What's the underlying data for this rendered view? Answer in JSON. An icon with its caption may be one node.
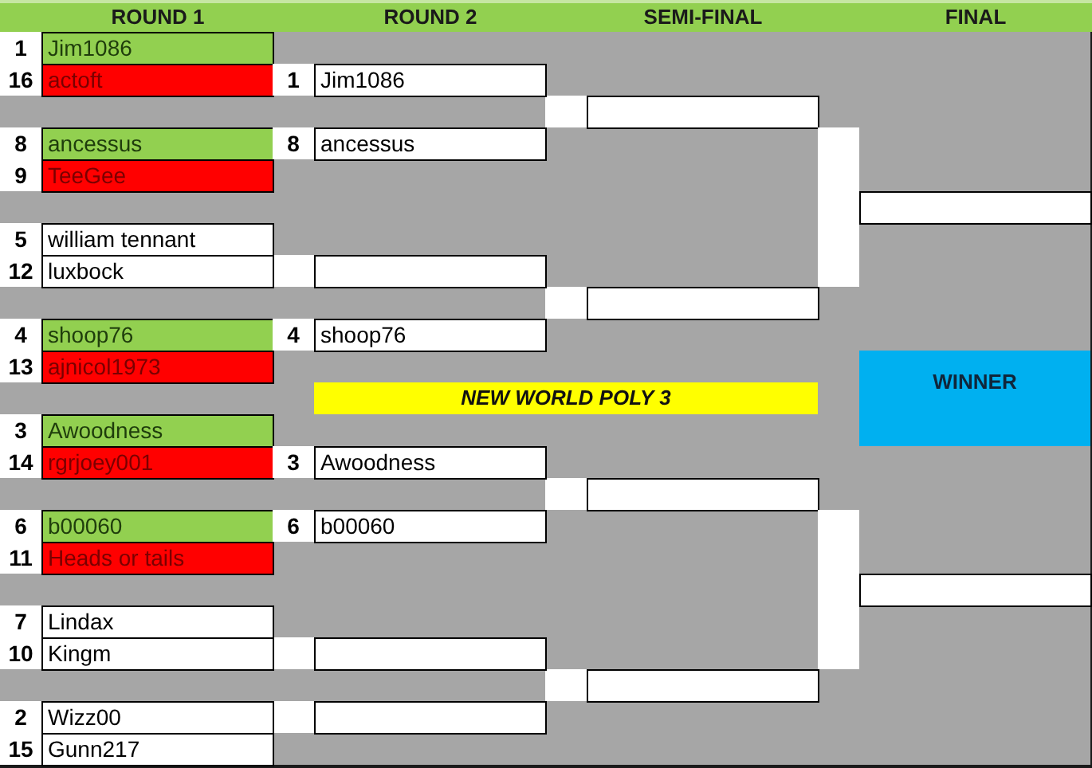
{
  "diagram": {
    "nodes": [
      {
        "text": [
          "Jim1086"
        ],
        "beside": [
          "1"
        ]
      },
      {
        "text": [
          "actoft"
        ],
        "beside": [
          "16"
        ]
      },
      {
        "text": [
          "Jim1086"
        ],
        "beside": [
          "1"
        ]
      },
      {
        "text": [],
        "shape": "box"
      },
      {
        "text": [
          "ancessus"
        ],
        "beside": [
          "8"
        ]
      },
      {
        "text": [
          "ancessus"
        ],
        "beside": [
          "8"
        ]
      },
      {
        "text": [],
        "shape": "bar"
      },
      {
        "text": [
          "TeeGee"
        ],
        "beside": [
          "9"
        ]
      },
      {
        "text": [],
        "shape": "box"
      },
      {
        "text": [
          "william tennant"
        ],
        "beside": [
          "5"
        ]
      },
      {
        "text": [
          "luxbock"
        ],
        "beside": [
          "12"
        ]
      },
      {
        "text": [],
        "shape": "box"
      },
      {
        "text": [],
        "shape": "box"
      },
      {
        "text": [
          "shoop76"
        ],
        "beside": [
          "4"
        ]
      },
      {
        "text": [
          "shoop76"
        ],
        "beside": [
          "4"
        ]
      },
      {
        "text": [
          "ajnicol1973"
        ],
        "beside": [
          "13"
        ]
      },
      {
        "text": [
          "NEW WORLD POLY 3"
        ]
      },
      {
        "text": [
          "WINNER"
        ]
      },
      {
        "text": [
          "Awoodness"
        ],
        "beside": [
          "3"
        ]
      },
      {
        "text": [
          "rgrjoey001"
        ],
        "beside": [
          "14"
        ]
      },
      {
        "text": [
          "Awoodness"
        ],
        "beside": [
          "3"
        ]
      },
      {
        "text": [],
        "shape": "box"
      },
      {
        "text": [
          "b00060"
        ],
        "beside": [
          "6"
        ]
      },
      {
        "text": [
          "b00060"
        ],
        "beside": [
          "6"
        ]
      },
      {
        "text": [],
        "shape": "bar"
      },
      {
        "text": [
          "Heads or tails"
        ],
        "beside": [
          "11"
        ]
      },
      {
        "text": [],
        "shape": "box"
      },
      {
        "text": [
          "Lindax"
        ],
        "beside": [
          "7"
        ]
      },
      {
        "text": [
          "Kingm"
        ],
        "beside": [
          "10"
        ]
      },
      {
        "text": [],
        "shape": "box"
      },
      {
        "text": [],
        "shape": "box"
      },
      {
        "text": [
          "Wizz00"
        ],
        "beside": [
          "2"
        ]
      },
      {
        "text": [],
        "shape": "box"
      },
      {
        "text": [
          "Gunn217"
        ],
        "beside": [
          "15"
        ]
      }
    ],
    "labels": [
      "ROUND 1",
      "ROUND 2",
      "SEMI-FINAL",
      "FINAL"
    ]
  }
}
